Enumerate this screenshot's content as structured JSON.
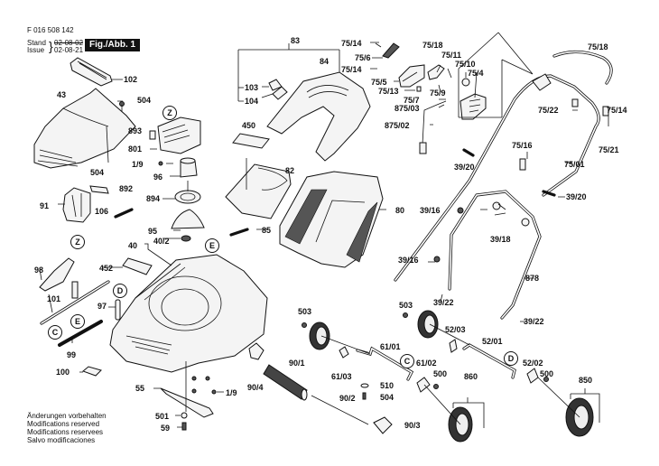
{
  "header": {
    "part_number": "F 016 508 142",
    "stand_label": "Stand",
    "issue_label": "Issue",
    "stand_date": "02-08-02",
    "issue_date": "02-08-21",
    "figure_label": "Fig./Abb. 1"
  },
  "footer_notes": [
    "Änderungen vorbehalten",
    "Modifications reserved",
    "Modifications reservees",
    "Salvo modificaciones"
  ],
  "reference_markers": [
    "Z",
    "Z",
    "E",
    "E",
    "D",
    "D",
    "C",
    "C"
  ],
  "part_labels": {
    "p102": "102",
    "p43": "43",
    "p504a": "504",
    "p504b": "504",
    "p893": "893",
    "p801": "801",
    "p1_9a": "1/9",
    "p96": "96",
    "p892": "892",
    "p894": "894",
    "p91": "91",
    "p106": "106",
    "p95": "95",
    "p40": "40",
    "p40_2": "40/2",
    "p452": "452",
    "p98": "98",
    "p101": "101",
    "p97": "97",
    "p99": "99",
    "p100": "100",
    "p55": "55",
    "p1_9b": "1/9",
    "p501": "501",
    "p59": "59",
    "p83": "83",
    "p84": "84",
    "p103": "103",
    "p104": "104",
    "p450": "450",
    "p82": "82",
    "p85": "85",
    "p80": "80",
    "p75_14a": "75/14",
    "p75_6": "75/6",
    "p75_14b": "75/14",
    "p75_5": "75/5",
    "p75_13": "75/13",
    "p75_18a": "75/18",
    "p75_11": "75/11",
    "p75_10": "75/10",
    "p75_4": "75/4",
    "p75_9": "75/9",
    "p75_7": "75/7",
    "p875_03": "875/03",
    "p875_02": "875/02",
    "p39_20a": "39/20",
    "p75_18b": "75/18",
    "p75_22": "75/22",
    "p75_14c": "75/14",
    "p75_21": "75/21",
    "p75_16": "75/16",
    "p75_01": "75/01",
    "p39_20b": "39/20",
    "p39_16a": "39/16",
    "p39_18": "39/18",
    "p39_16b": "39/16",
    "p878": "878",
    "p39_22a": "39/22",
    "p39_22b": "39/22",
    "p503a": "503",
    "p503b": "503",
    "p52_03": "52/03",
    "p61_01": "61/01",
    "p61_03": "61/03",
    "p61_02": "61/02",
    "p500a": "500",
    "p52_01": "52/01",
    "p52_02": "52/02",
    "p500b": "500",
    "p90_1": "90/1",
    "p90_4": "90/4",
    "p510": "510",
    "p504c": "504",
    "p90_2": "90/2",
    "p90_3": "90/3",
    "p860": "860",
    "p850": "850"
  }
}
